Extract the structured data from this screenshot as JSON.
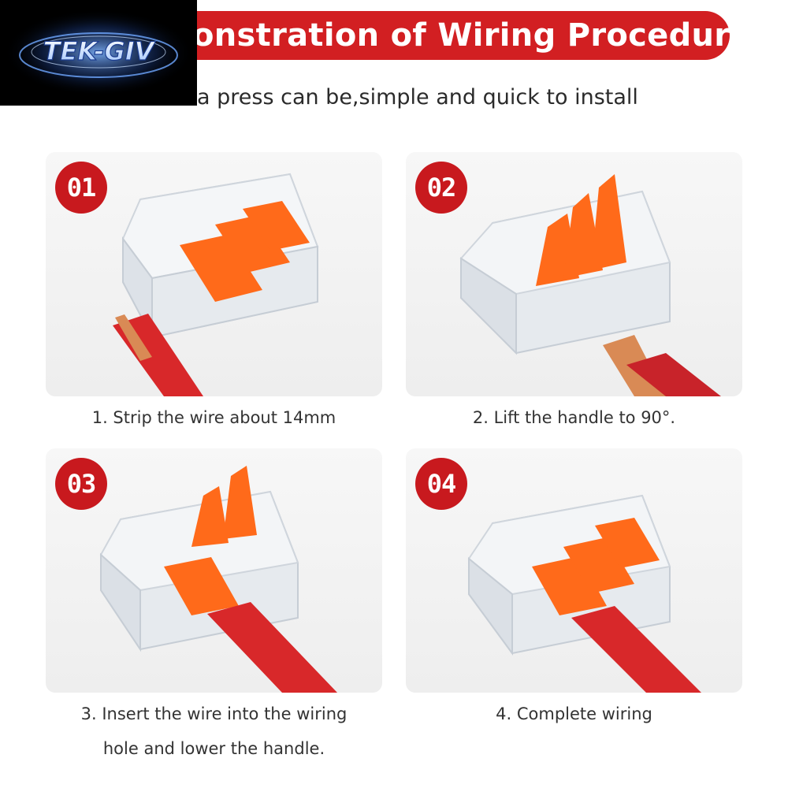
{
  "header": {
    "logo_text": "TEK-GIV",
    "title": "onstration of Wiring Procedure",
    "subtitle": "a press can be,simple and quick to install"
  },
  "colors": {
    "brand_red": "#d21f22",
    "badge_red": "#c8191e",
    "lever_orange": "#ff6a1a",
    "wire_red": "#d8282a",
    "copper": "#d98a55"
  },
  "steps": [
    {
      "number": "01",
      "caption": "1. Strip the wire about 14mm"
    },
    {
      "number": "02",
      "caption": "2. Lift the handle to 90°."
    },
    {
      "number": "03",
      "caption_line1": "3. Insert the wire into the wiring",
      "caption_line2": "hole and lower the handle."
    },
    {
      "number": "04",
      "caption": "4. Complete wiring"
    }
  ]
}
